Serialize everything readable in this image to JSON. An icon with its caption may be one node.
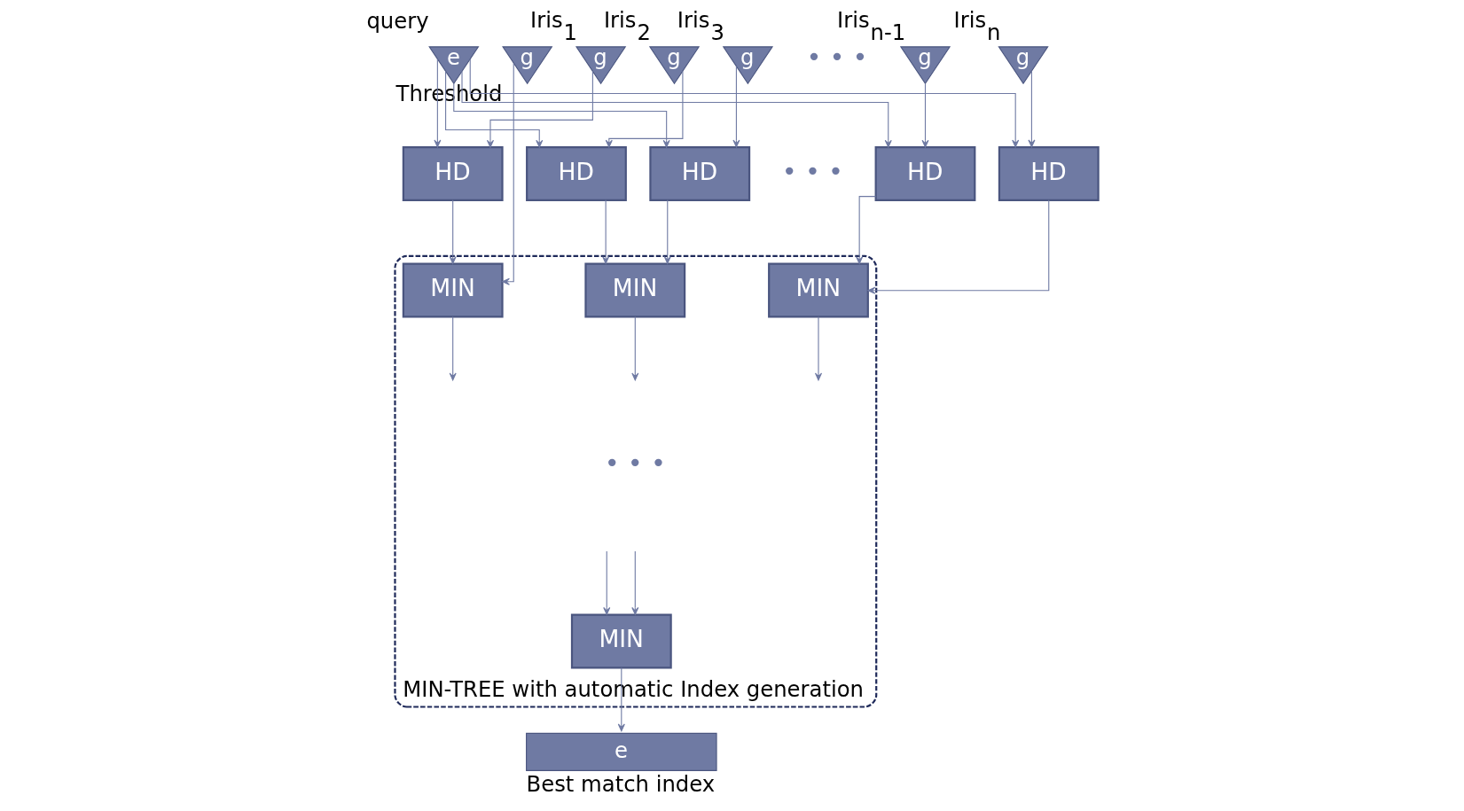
{
  "diagram": {
    "nodes": [
      {
        "text": [
          "query",
          "e"
        ]
      },
      {
        "text": [
          "Threshold",
          "g"
        ]
      },
      {
        "text": [
          "Iris$_{1}$",
          "g"
        ]
      },
      {
        "text": [
          "Iris$_{2}$",
          "g"
        ]
      },
      {
        "text": [
          "Iris$_{3}$",
          "g"
        ]
      },
      {
        "text": [
          "Iris$_{n-1}$",
          "g"
        ]
      },
      {
        "text": [
          "Iris$_{n}$",
          "g"
        ]
      },
      {
        "text": [
          "HD"
        ]
      },
      {
        "text": [
          "HD"
        ]
      },
      {
        "text": [
          "HD"
        ]
      },
      {
        "text": [
          "HD"
        ]
      },
      {
        "text": [
          "HD"
        ]
      },
      {
        "text": [
          "MIN-TREE with automatic Index generation"
        ]
      },
      {
        "text": [
          "MIN"
        ],
        "in": 12
      },
      {
        "text": [
          "MIN"
        ],
        "in": 12
      },
      {
        "text": [
          "MIN"
        ],
        "in": 12
      },
      {
        "text": [
          "MIN"
        ],
        "in": 12
      },
      {
        "text": [
          "e",
          "Best match index"
        ]
      }
    ],
    "edges": [
      {
        "from": 0,
        "to": 7,
        "arrow": "to"
      },
      {
        "from": 2,
        "to": 7,
        "arrow": "to"
      },
      {
        "from": 0,
        "to": 8,
        "arrow": "to"
      },
      {
        "from": 3,
        "to": 8,
        "arrow": "to"
      },
      {
        "from": 0,
        "to": 9,
        "arrow": "to"
      },
      {
        "from": 4,
        "to": 9,
        "arrow": "to"
      },
      {
        "from": 0,
        "to": 10,
        "arrow": "to"
      },
      {
        "from": 5,
        "to": 10,
        "arrow": "to"
      },
      {
        "from": 0,
        "to": 11,
        "arrow": "to"
      },
      {
        "from": 6,
        "to": 11,
        "arrow": "to"
      },
      {
        "from": 1,
        "to": 13,
        "arrow": "to"
      },
      {
        "from": 7,
        "to": 13,
        "arrow": "to"
      },
      {
        "from": 8,
        "to": 14,
        "arrow": "to"
      },
      {
        "from": 9,
        "to": 14,
        "arrow": "to"
      },
      {
        "from": 10,
        "to": 15,
        "arrow": "to"
      },
      {
        "from": 11,
        "to": 15,
        "arrow": "to"
      },
      {
        "from": 13,
        "to": null,
        "arrow": "to"
      },
      {
        "from": 14,
        "to": null,
        "arrow": "to"
      },
      {
        "from": 15,
        "to": null,
        "arrow": "to"
      },
      {
        "from": null,
        "to": 16,
        "arrow": "to"
      },
      {
        "from": null,
        "to": 16,
        "arrow": "to"
      },
      {
        "from": 16,
        "to": 17,
        "arrow": "to"
      }
    ],
    "labels": [
      "• • •",
      "• • •",
      "• • •"
    ]
  }
}
